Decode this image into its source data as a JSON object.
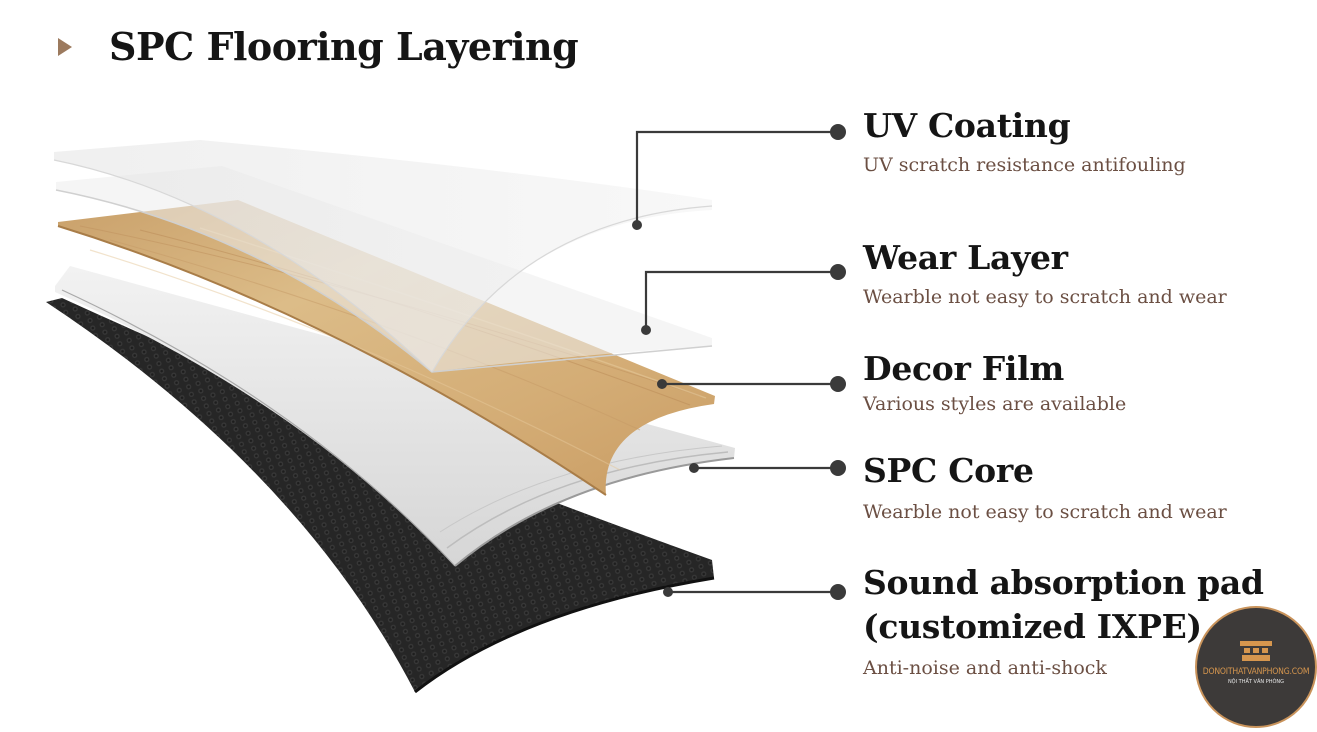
{
  "header": {
    "title": "SPC Flooring Layering"
  },
  "layers": [
    {
      "title": "UV Coating",
      "description": "UV scratch resistance antifouling"
    },
    {
      "title": "Wear Layer",
      "description": "Wearble not easy to scratch and wear"
    },
    {
      "title": "Decor Film",
      "description": "Various styles are available"
    },
    {
      "title": "SPC Core",
      "description": "Wearble not easy to scratch and wear"
    },
    {
      "title_line1": "Sound absorption pad",
      "title_line2": "(customized IXPE)",
      "description": "Anti-noise and anti-shock"
    }
  ],
  "logo": {
    "line1": "DONOITHATVANPHONG.COM",
    "line2": "NỘI THẤT VĂN PHÒNG"
  },
  "colors": {
    "title_arrow": "#9c7a5e",
    "description_text": "#6b4f43",
    "callout_line": "#3a3a3a",
    "wood": "#d7b27c",
    "pad": "#262626",
    "logo_accent": "#d6964e"
  }
}
